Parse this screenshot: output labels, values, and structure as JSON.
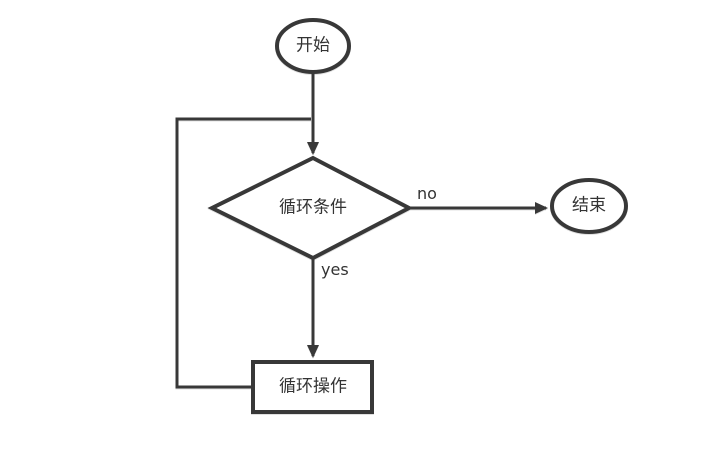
{
  "diagram": {
    "type": "flowchart",
    "background_color": "#ffffff",
    "stroke_color": "#383838",
    "label_color": "#333333",
    "nodes": [
      {
        "id": "start",
        "type": "ellipse",
        "label": "开始"
      },
      {
        "id": "loop-condition",
        "type": "diamond",
        "label": "循环条件"
      },
      {
        "id": "end",
        "type": "ellipse",
        "label": "结束"
      },
      {
        "id": "loop-operation",
        "type": "rectangle",
        "label": "循环操作"
      }
    ],
    "edges": [
      {
        "from": "start",
        "to": "loop-condition",
        "label": ""
      },
      {
        "from": "loop-condition",
        "to": "end",
        "label": "no"
      },
      {
        "from": "loop-condition",
        "to": "loop-operation",
        "label": "yes"
      },
      {
        "from": "loop-operation",
        "to": "loop-condition",
        "label": ""
      }
    ]
  }
}
